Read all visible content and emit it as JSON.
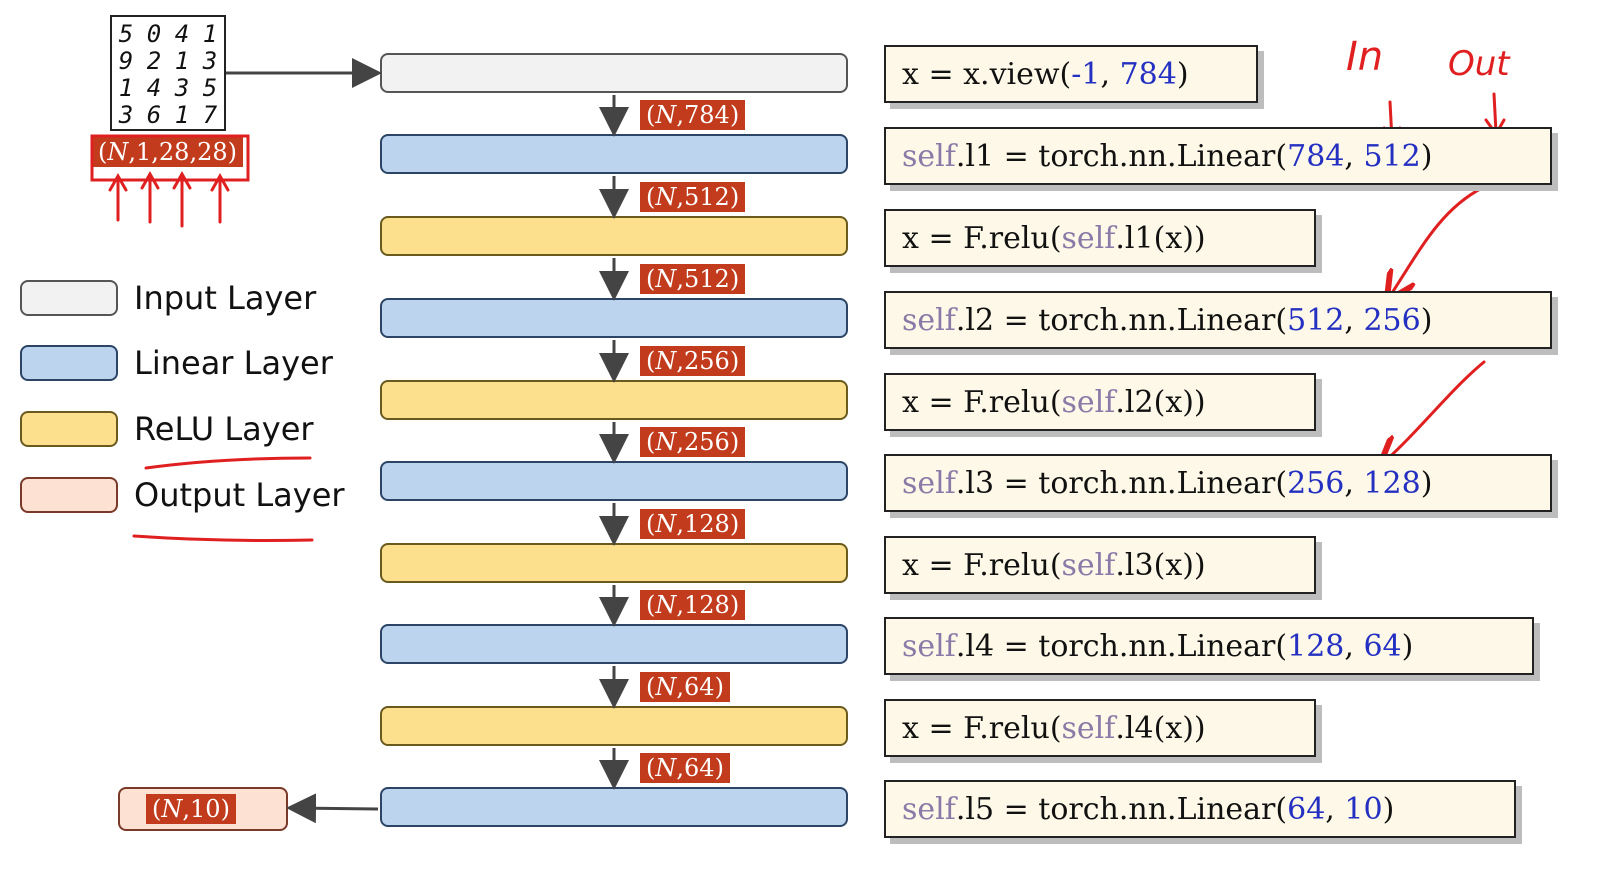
{
  "mnist_digits": [
    [
      "5",
      "0",
      "4",
      "1"
    ],
    [
      "9",
      "2",
      "1",
      "3"
    ],
    [
      "1",
      "4",
      "3",
      "5"
    ],
    [
      "3",
      "6",
      "1",
      "7"
    ]
  ],
  "input_shape": {
    "pre": "(",
    "n": "N",
    "post": ",1,28,28)"
  },
  "shapes": [
    {
      "n": "N",
      "dim": "784"
    },
    {
      "n": "N",
      "dim": "512"
    },
    {
      "n": "N",
      "dim": "512"
    },
    {
      "n": "N",
      "dim": "256"
    },
    {
      "n": "N",
      "dim": "256"
    },
    {
      "n": "N",
      "dim": "128"
    },
    {
      "n": "N",
      "dim": "128"
    },
    {
      "n": "N",
      "dim": "64"
    },
    {
      "n": "N",
      "dim": "64"
    }
  ],
  "output_shape": {
    "n": "N",
    "dim": "10"
  },
  "legend": [
    {
      "label": "Input Layer",
      "color": "#f2f2f2"
    },
    {
      "label": "Linear Layer",
      "color": "#bcd4ee"
    },
    {
      "label": "ReLU Layer",
      "color": "#fce08e"
    },
    {
      "label": "Output Layer",
      "color": "#fde2d4"
    }
  ],
  "code": [
    {
      "a": "x = x.view(",
      "n1": "-1",
      "sep": ", ",
      "n2": "784",
      "end": ")"
    },
    {
      "self": "self",
      "a": ".l1 = torch.nn.Linear(",
      "n1": "784",
      "sep": ", ",
      "n2": "512",
      "end": ")"
    },
    {
      "a": "x = F.relu(",
      "self": "self",
      "b": ".l1(x))"
    },
    {
      "self": "self",
      "a": ".l2 = torch.nn.Linear(",
      "n1": "512",
      "sep": ", ",
      "n2": "256",
      "end": ")"
    },
    {
      "a": "x = F.relu(",
      "self": "self",
      "b": ".l2(x))"
    },
    {
      "self": "self",
      "a": ".l3 = torch.nn.Linear(",
      "n1": "256",
      "sep": ", ",
      "n2": "128",
      "end": ")"
    },
    {
      "a": "x = F.relu(",
      "self": "self",
      "b": ".l3(x))"
    },
    {
      "self": "self",
      "a": ".l4 = torch.nn.Linear(",
      "n1": "128",
      "sep": ", ",
      "n2": "64",
      "end": ")"
    },
    {
      "a": "x = F.relu(",
      "self": "self",
      "b": ".l4(x))"
    },
    {
      "self": "self",
      "a": ".l5 = torch.nn.Linear(",
      "n1": "64",
      "sep": ", ",
      "n2": "10",
      "end": ")"
    }
  ],
  "annotations": {
    "in": "In",
    "out": "Out"
  },
  "colors": {
    "annotation": "#e02020",
    "badge": "#c13b1c",
    "number": "#2430c2",
    "self": "#8a7aa8"
  }
}
